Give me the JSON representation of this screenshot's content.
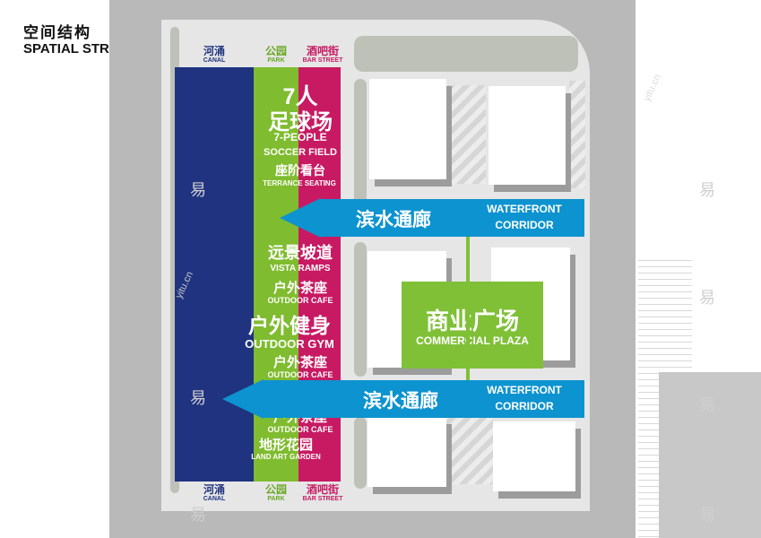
{
  "title": {
    "cn": "空间结构",
    "en": "SPATIAL STRUCTURE"
  },
  "strips": [
    {
      "key": "canal",
      "cn": "河涌",
      "en": "CANAL",
      "color": "#1f3380"
    },
    {
      "key": "park",
      "cn": "公园",
      "en": "PARK",
      "color": "#7fbc2f"
    },
    {
      "key": "bar",
      "cn": "酒吧街",
      "en": "BAR STREET",
      "color": "#c71a63"
    }
  ],
  "labels": {
    "soccer_cn1": "7人",
    "soccer_cn2": "足球场",
    "soccer_en1": "7-PEOPLE",
    "soccer_en2": "SOCCER FIELD",
    "terrace_cn": "座阶看台",
    "terrace_en": "TERRANCE SEATING",
    "vista_cn": "远景坡道",
    "vista_en": "VISTA RAMPS",
    "cafe1_cn": "户外茶座",
    "cafe1_en": "OUTDOOR CAFE",
    "gym_cn": "户外健身",
    "gym_en": "OUTDOOR GYM",
    "cafe2_cn": "户外茶座",
    "cafe2_en": "OUTDOOR CAFE",
    "cafe3_cn": "户外茶座",
    "cafe3_en": "OUTDOOR CAFE",
    "garden_cn": "地形花园",
    "garden_en": "LAND ART GARDEN"
  },
  "corridors": [
    {
      "cn": "滨水通廊",
      "en1": "WATERFRONT",
      "en2": "CORRIDOR"
    },
    {
      "cn": "滨水通廊",
      "en1": "WATERFRONT",
      "en2": "CORRIDOR"
    }
  ],
  "plaza": {
    "cn": "商业广场",
    "en": "COMMERCIAL PLAZA",
    "color": "#7fc037"
  },
  "corridor_color": "#0d93cf",
  "watermark": {
    "glyph": "易",
    "site": "yitu.cn"
  }
}
